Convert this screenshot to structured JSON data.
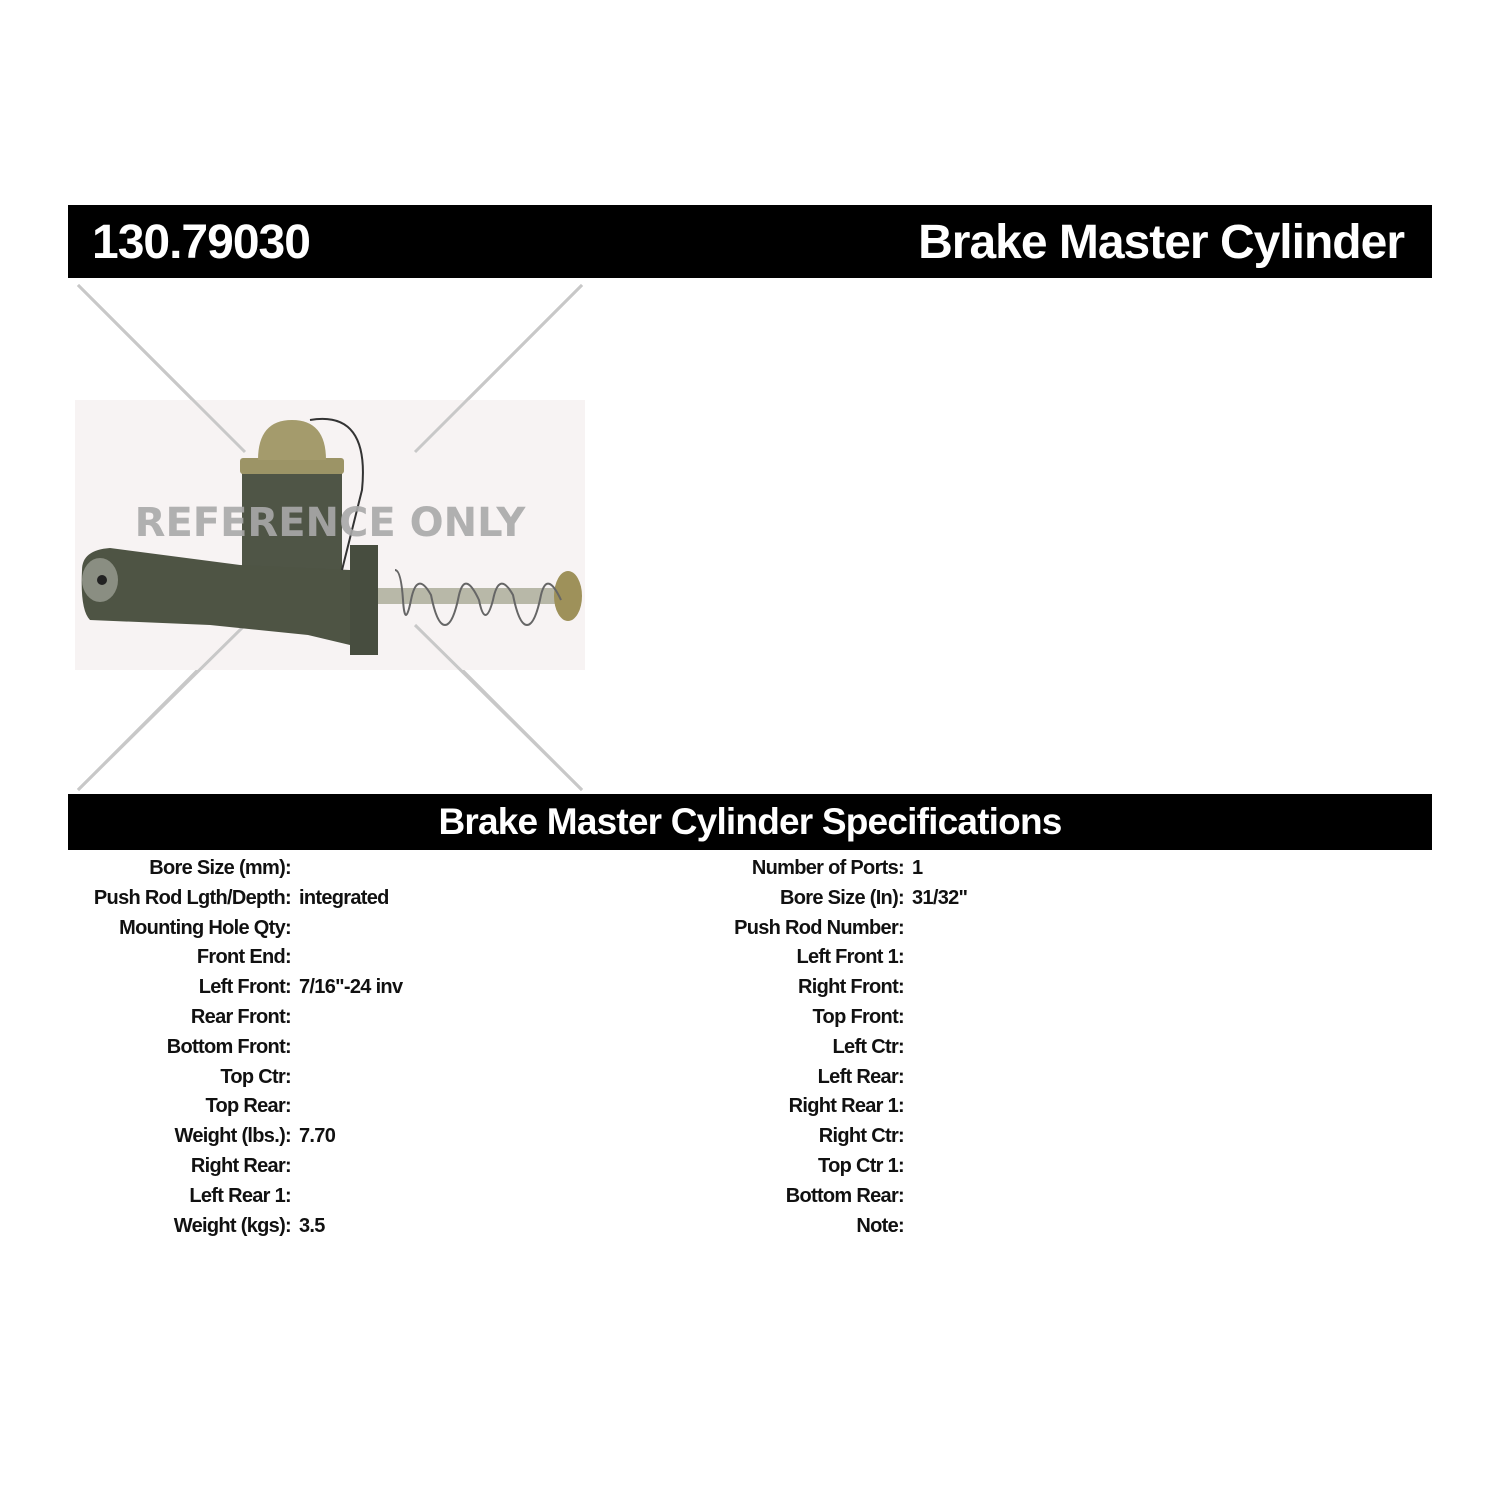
{
  "header": {
    "part_number": "130.79030",
    "title": "Brake Master Cylinder"
  },
  "image": {
    "watermark": "REFERENCE ONLY"
  },
  "specs": {
    "title": "Brake Master Cylinder Specifications",
    "left": [
      {
        "label": "Bore Size (mm):",
        "value": ""
      },
      {
        "label": "Push Rod Lgth/Depth:",
        "value": "integrated"
      },
      {
        "label": "Mounting Hole Qty:",
        "value": ""
      },
      {
        "label": "Front End:",
        "value": ""
      },
      {
        "label": "Left Front:",
        "value": "7/16\"-24 inv"
      },
      {
        "label": "Rear Front:",
        "value": ""
      },
      {
        "label": "Bottom Front:",
        "value": ""
      },
      {
        "label": "Top Ctr:",
        "value": ""
      },
      {
        "label": "Top Rear:",
        "value": ""
      },
      {
        "label": "Weight (lbs.):",
        "value": "7.70"
      },
      {
        "label": "Right Rear:",
        "value": ""
      },
      {
        "label": "Left Rear 1:",
        "value": ""
      },
      {
        "label": "Weight (kgs):",
        "value": "3.5"
      }
    ],
    "right": [
      {
        "label": "Number of Ports:",
        "value": "1"
      },
      {
        "label": "Bore Size (In):",
        "value": "31/32\""
      },
      {
        "label": "Push Rod Number:",
        "value": ""
      },
      {
        "label": "Left Front 1:",
        "value": ""
      },
      {
        "label": "Right Front:",
        "value": ""
      },
      {
        "label": "Top Front:",
        "value": ""
      },
      {
        "label": "Left Ctr:",
        "value": ""
      },
      {
        "label": "Left Rear:",
        "value": ""
      },
      {
        "label": "Right Rear 1:",
        "value": ""
      },
      {
        "label": "Right Ctr:",
        "value": ""
      },
      {
        "label": "Top Ctr 1:",
        "value": ""
      },
      {
        "label": "Bottom Rear:",
        "value": ""
      },
      {
        "label": "Note:",
        "value": ""
      }
    ]
  }
}
